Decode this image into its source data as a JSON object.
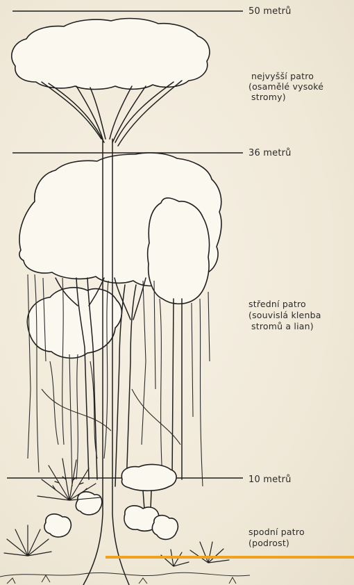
{
  "heights": {
    "h50": "50 metrů",
    "h36": "36 metrů",
    "h10": "10 metrů"
  },
  "layers": {
    "top": [
      "nejvyšší patro",
      "(osamělé vysoké",
      "stromy)"
    ],
    "middle": [
      "střední patro",
      "(souvislá klenba",
      "stromů a lian)"
    ],
    "bottom": [
      "spodní patro",
      "(podrost)"
    ]
  },
  "colors": {
    "paper": "#f3ede0",
    "ink": "#1f1f1f",
    "highlight": "#f0a11e"
  }
}
